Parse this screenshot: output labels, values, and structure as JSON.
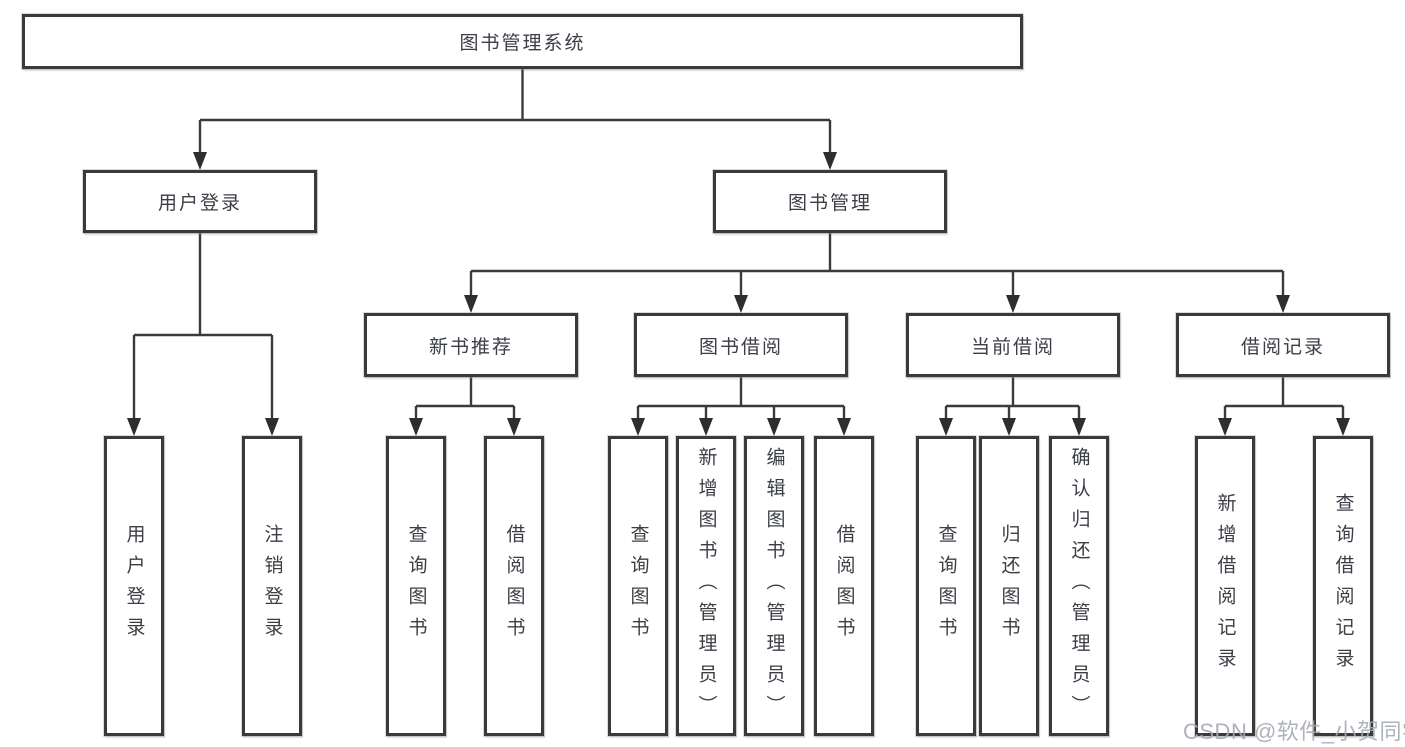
{
  "nodes": {
    "root": {
      "label": "图书管理系统"
    },
    "userLogin": {
      "label": "用户登录",
      "children": [
        {
          "label": "用户登录"
        },
        {
          "label": "注销登录"
        }
      ]
    },
    "bookMgmt": {
      "label": "图书管理",
      "children": [
        {
          "label": "新书推荐",
          "children": [
            {
              "label": "查询图书"
            },
            {
              "label": "借阅图书"
            }
          ]
        },
        {
          "label": "图书借阅",
          "children": [
            {
              "label": "查询图书"
            },
            {
              "label": "新增图书（管理员）"
            },
            {
              "label": "编辑图书（管理员）"
            },
            {
              "label": "借阅图书"
            }
          ]
        },
        {
          "label": "当前借阅",
          "children": [
            {
              "label": "查询图书"
            },
            {
              "label": "归还图书"
            },
            {
              "label": "确认归还（管理员）"
            }
          ]
        },
        {
          "label": "借阅记录",
          "children": [
            {
              "label": "新增借阅记录"
            },
            {
              "label": "查询借阅记录"
            }
          ]
        }
      ]
    }
  },
  "watermark": {
    "text": "CSDN @软件_小贺同学"
  },
  "colors": {
    "line": "#3a3a3a",
    "arrow": "#2e2e2e",
    "text": "#3b3e44",
    "watermark": "#a5aab4"
  }
}
